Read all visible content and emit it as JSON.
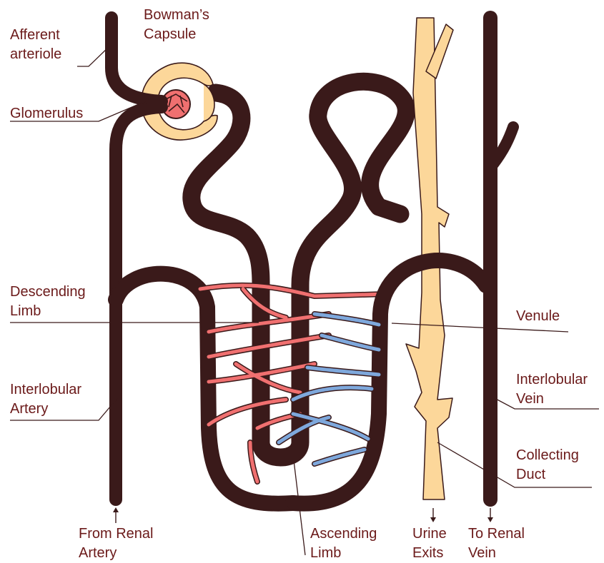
{
  "colors": {
    "artery": "#f07070",
    "vein": "#7ea8dc",
    "tubule": "#fcd79a",
    "outline": "#3a1a1a",
    "label": "#6b1a1a"
  },
  "labels": {
    "afferent": [
      "Afferent",
      "arteriole"
    ],
    "bowman": [
      "Bowman’s",
      "Capsule"
    ],
    "glomerulus": [
      "Glomerulus"
    ],
    "descending": [
      "Descending",
      "Limb"
    ],
    "venule": [
      "Venule"
    ],
    "interlobular_artery": [
      "Interlobular",
      "Artery"
    ],
    "interlobular_vein": [
      "Interlobular",
      "Vein"
    ],
    "collecting": [
      "Collecting",
      "Duct"
    ],
    "from_renal": [
      "From Renal",
      "Artery"
    ],
    "ascending": [
      "Ascending",
      "Limb"
    ],
    "urine": [
      "Urine",
      "Exits"
    ],
    "to_renal": [
      "To Renal",
      "Vein"
    ]
  }
}
